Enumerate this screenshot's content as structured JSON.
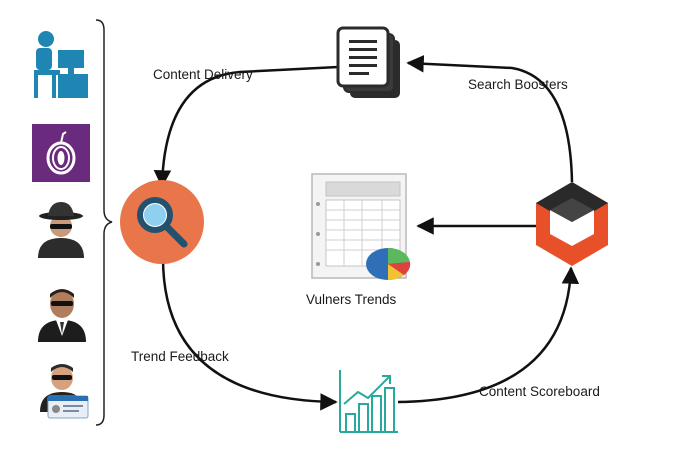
{
  "labels": {
    "content_delivery": "Content Delivery",
    "search_boosters": "Search Boosters",
    "vulners_trends": "Vulners Trends",
    "trend_feedback": "Trend Feedback",
    "content_scoreboard": "Content Scoreboard"
  },
  "icons": {
    "users": [
      "user-at-computer-icon",
      "tor-onion-icon",
      "spy-hat-icon",
      "agent-sunglasses-icon",
      "agent-id-card-icon"
    ],
    "search": "magnifier-circle-icon",
    "documents": "document-stack-icon",
    "spreadsheet": "spreadsheet-pie-chart-icon",
    "box": "open-box-logo-icon",
    "bars": "growth-bar-chart-icon"
  },
  "colors": {
    "orange": "#e8764a",
    "teal": "#1f86b4",
    "purple": "#6a2a7e",
    "chart_green": "#29a89c",
    "arrow": "#111111",
    "box_red": "#e8502a"
  }
}
